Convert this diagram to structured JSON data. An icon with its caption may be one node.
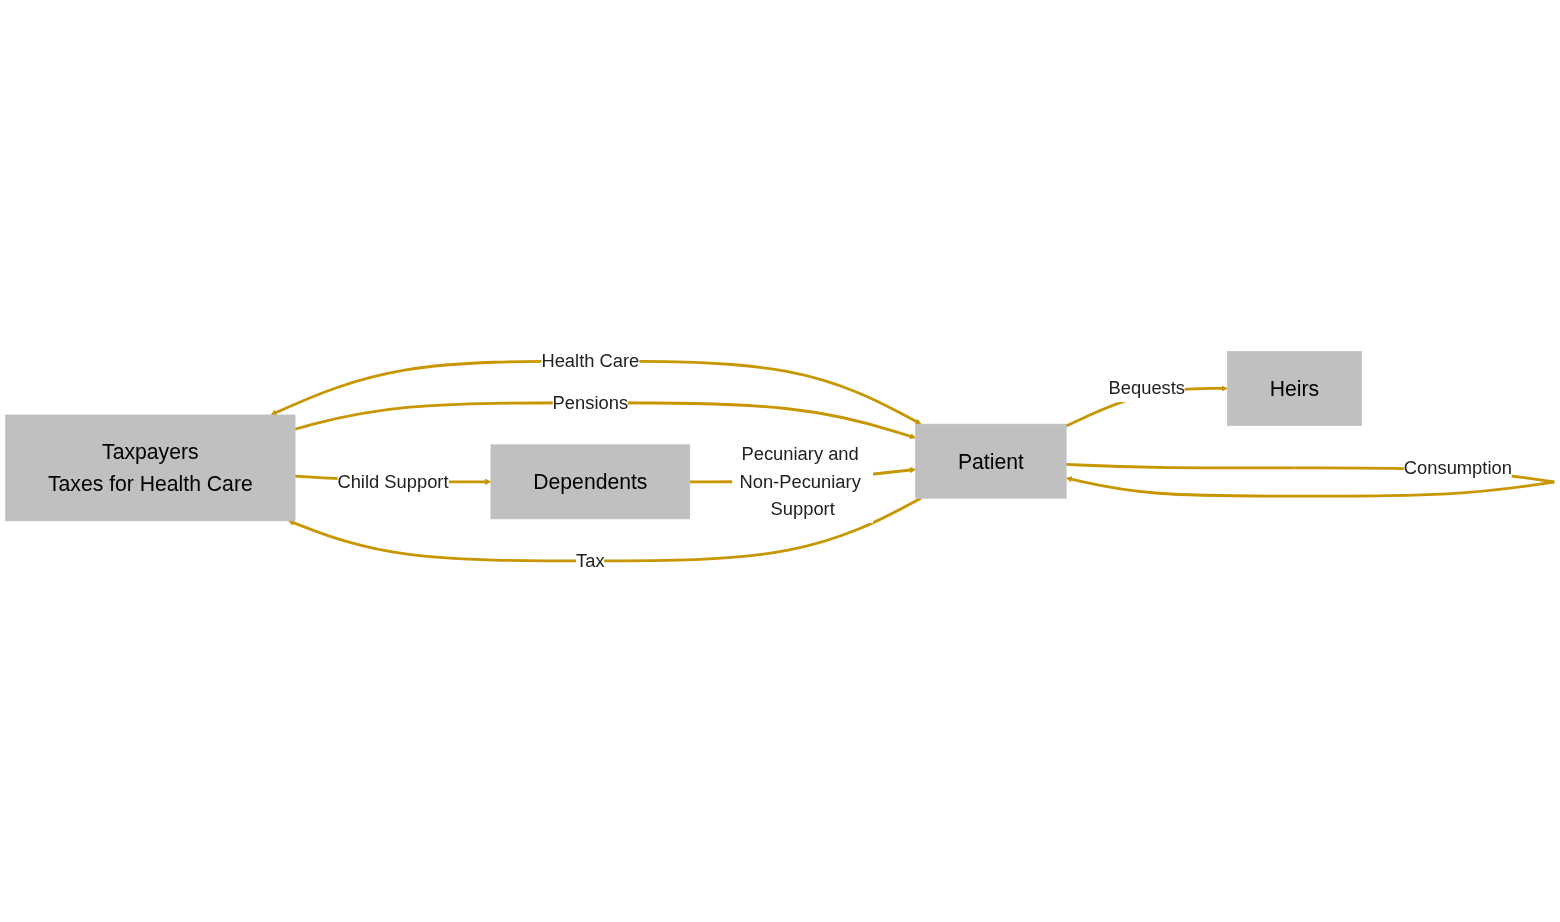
{
  "diagram": {
    "nodes": [
      {
        "text": [
          "Taxpayers",
          "Taxes for Health Care"
        ]
      },
      {
        "text": [
          "Patient"
        ]
      },
      {
        "text": [
          "Heirs"
        ]
      },
      {
        "text": [
          "Dependents"
        ]
      }
    ],
    "edges": [
      {
        "from": 0,
        "to": 1,
        "arrow": "both",
        "label": "Health Care"
      },
      {
        "from": 1,
        "to": 1,
        "arrow": "to",
        "label": "Consumption"
      },
      {
        "from": 0,
        "to": 1,
        "arrow": "to",
        "label": "Pensions"
      },
      {
        "from": 1,
        "to": 0,
        "arrow": "to",
        "label": "Tax"
      },
      {
        "from": 1,
        "to": 2,
        "arrow": "to",
        "label": "Bequests"
      },
      {
        "from": 0,
        "to": 3,
        "arrow": "to",
        "label": "Child Support"
      },
      {
        "from": 3,
        "to": 1,
        "arrow": "to",
        "label": "Pecuniary and Non-Pecuniary Support"
      }
    ]
  }
}
